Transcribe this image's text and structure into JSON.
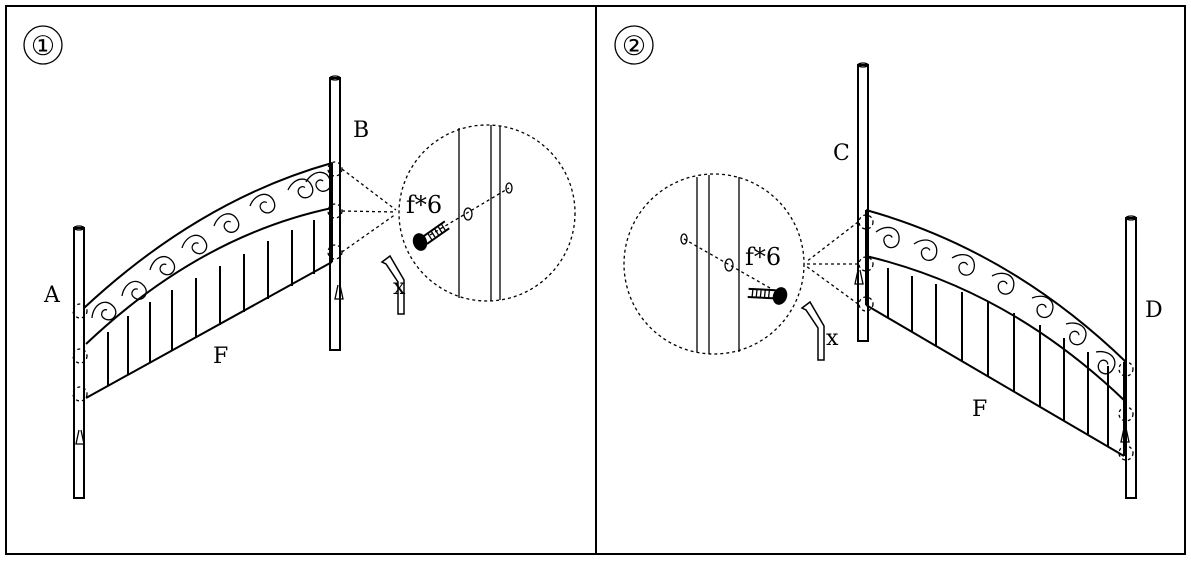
{
  "panels": [
    {
      "step": "①",
      "callouts": {
        "post_left": "A",
        "post_right": "B",
        "fence": "F",
        "tool": "x"
      },
      "hardware": "f*6"
    },
    {
      "step": "②",
      "callouts": {
        "post_left": "C",
        "post_right": "D",
        "fence": "F",
        "tool": "x"
      },
      "hardware": "f*6"
    }
  ],
  "colors": {
    "ink": "#000000",
    "paper": "#ffffff"
  }
}
